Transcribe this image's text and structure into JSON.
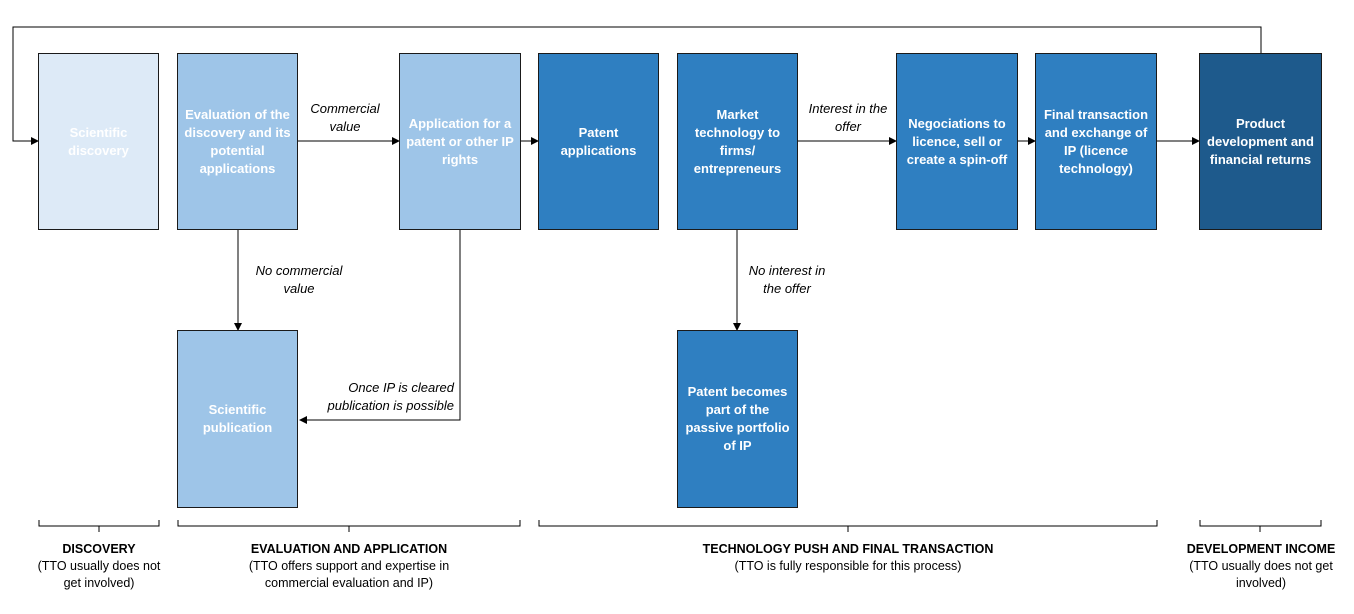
{
  "boxes": {
    "scientific_discovery": "Scientific discovery",
    "evaluation": "Evaluation of the discovery and its potential applications",
    "application_ip": "Application for a patent or other IP rights",
    "patent_applications": "Patent applications",
    "market_technology": "Market technology to firms/ entrepreneurs",
    "negociations": "Negociations to licence, sell or create a spin-off",
    "final_transaction": "Final transaction and exchange of IP (licence technology)",
    "product_development": "Product development and financial returns",
    "scientific_publication": "Scientific publication",
    "passive_portfolio": "Patent becomes part of the passive portfolio of IP"
  },
  "labels": {
    "commercial_value": "Commercial value",
    "no_commercial_value": "No commercial value",
    "ip_cleared": "Once IP is cleared publication is possible",
    "interest": "Interest in the offer",
    "no_interest": "No interest in the offer"
  },
  "stages": {
    "discovery": {
      "title": "DISCOVERY",
      "desc": "(TTO usually does not get involved)"
    },
    "evaluation": {
      "title": "EVALUATION AND APPLICATION",
      "desc": "(TTO offers support and expertise in commercial evaluation and IP)"
    },
    "technology": {
      "title": "TECHNOLOGY PUSH AND FINAL TRANSACTION",
      "desc": "(TTO is fully responsible for this process)"
    },
    "development": {
      "title": "DEVELOPMENT INCOME",
      "desc": "(TTO usually does not get involved)"
    }
  },
  "colors": {
    "discovery_fill": "#ddeaf7",
    "evaluation_fill": "#9ec5e8",
    "technology_fill": "#2f7fc1",
    "development_fill": "#1e5a8c"
  }
}
